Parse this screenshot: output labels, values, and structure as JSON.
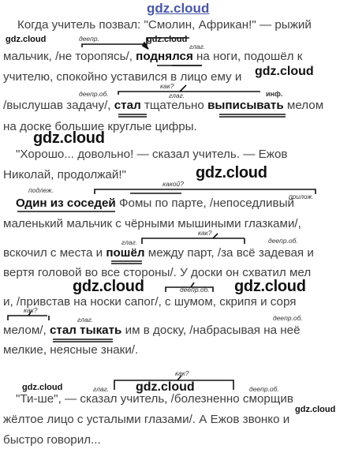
{
  "watermarks": [
    "gdz.cloud"
  ],
  "lines": [
    [
      "Когда учитель позвал: \"Смолин, Африкан!\" — рыжий"
    ],
    [
      "мальчик, /не торопясь/, ",
      "b:поднялся",
      " на ноги, подошёл к"
    ],
    [
      "учителю, спокойно уставился в лицо ему и"
    ],
    [
      "/выслушав задачу/, ",
      "b:стал",
      " тщательно ",
      "b:выписывать",
      " мелом"
    ],
    [
      "на доске большие круглые цифры."
    ],
    [
      "\"Хорошо... довольно! — сказал учитель. — Ежов"
    ],
    [
      "Николай, продолжай!\""
    ],
    [
      "b:Один из соседей",
      " Фомы по парте, /непоседливый"
    ],
    [
      "маленький мальчик с чёрными мышиными глазками/,"
    ],
    [
      "вскочил с места и ",
      "b:пошёл",
      " между парт, /за всё задевая и"
    ],
    [
      "вертя головой во все стороны/. У доски он схватил мел"
    ],
    [
      "и, /привстав на носки сапог/, с шумом, скрипя и соря"
    ],
    [
      "мелом/, ",
      "b:стал тыкать",
      " им в доску, /набрасывая на неё"
    ],
    [
      "мелкие, неясные знаки/."
    ],
    [
      "\"Ти-ше\", — сказал учитель, /болезненно сморщив"
    ],
    [
      "жёлтое лицо с усталыми глазами/. А Ежов звонко и"
    ],
    [
      "быстро говорил..."
    ]
  ],
  "annotations": [
    "деепр.",
    "глаг.",
    "как?",
    "деепр.об.",
    "глаг.",
    "инф.",
    "какой?",
    "подлеж.",
    "прилож.",
    "как?",
    "глаг.",
    "деепр.об.",
    "деепр.об.",
    "как?",
    "глаг.",
    "деепр.об.",
    "как?",
    "глаг.",
    "деепр.об."
  ]
}
